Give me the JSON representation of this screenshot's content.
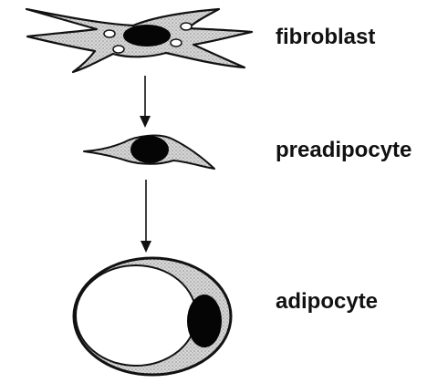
{
  "stages": [
    {
      "label": "fibroblast"
    },
    {
      "label": "preadipocyte"
    },
    {
      "label": "adipocyte"
    }
  ],
  "colors": {
    "ink": "#111111",
    "cytoplasm_stipple": "#9a9a9a",
    "background": "#ffffff"
  }
}
